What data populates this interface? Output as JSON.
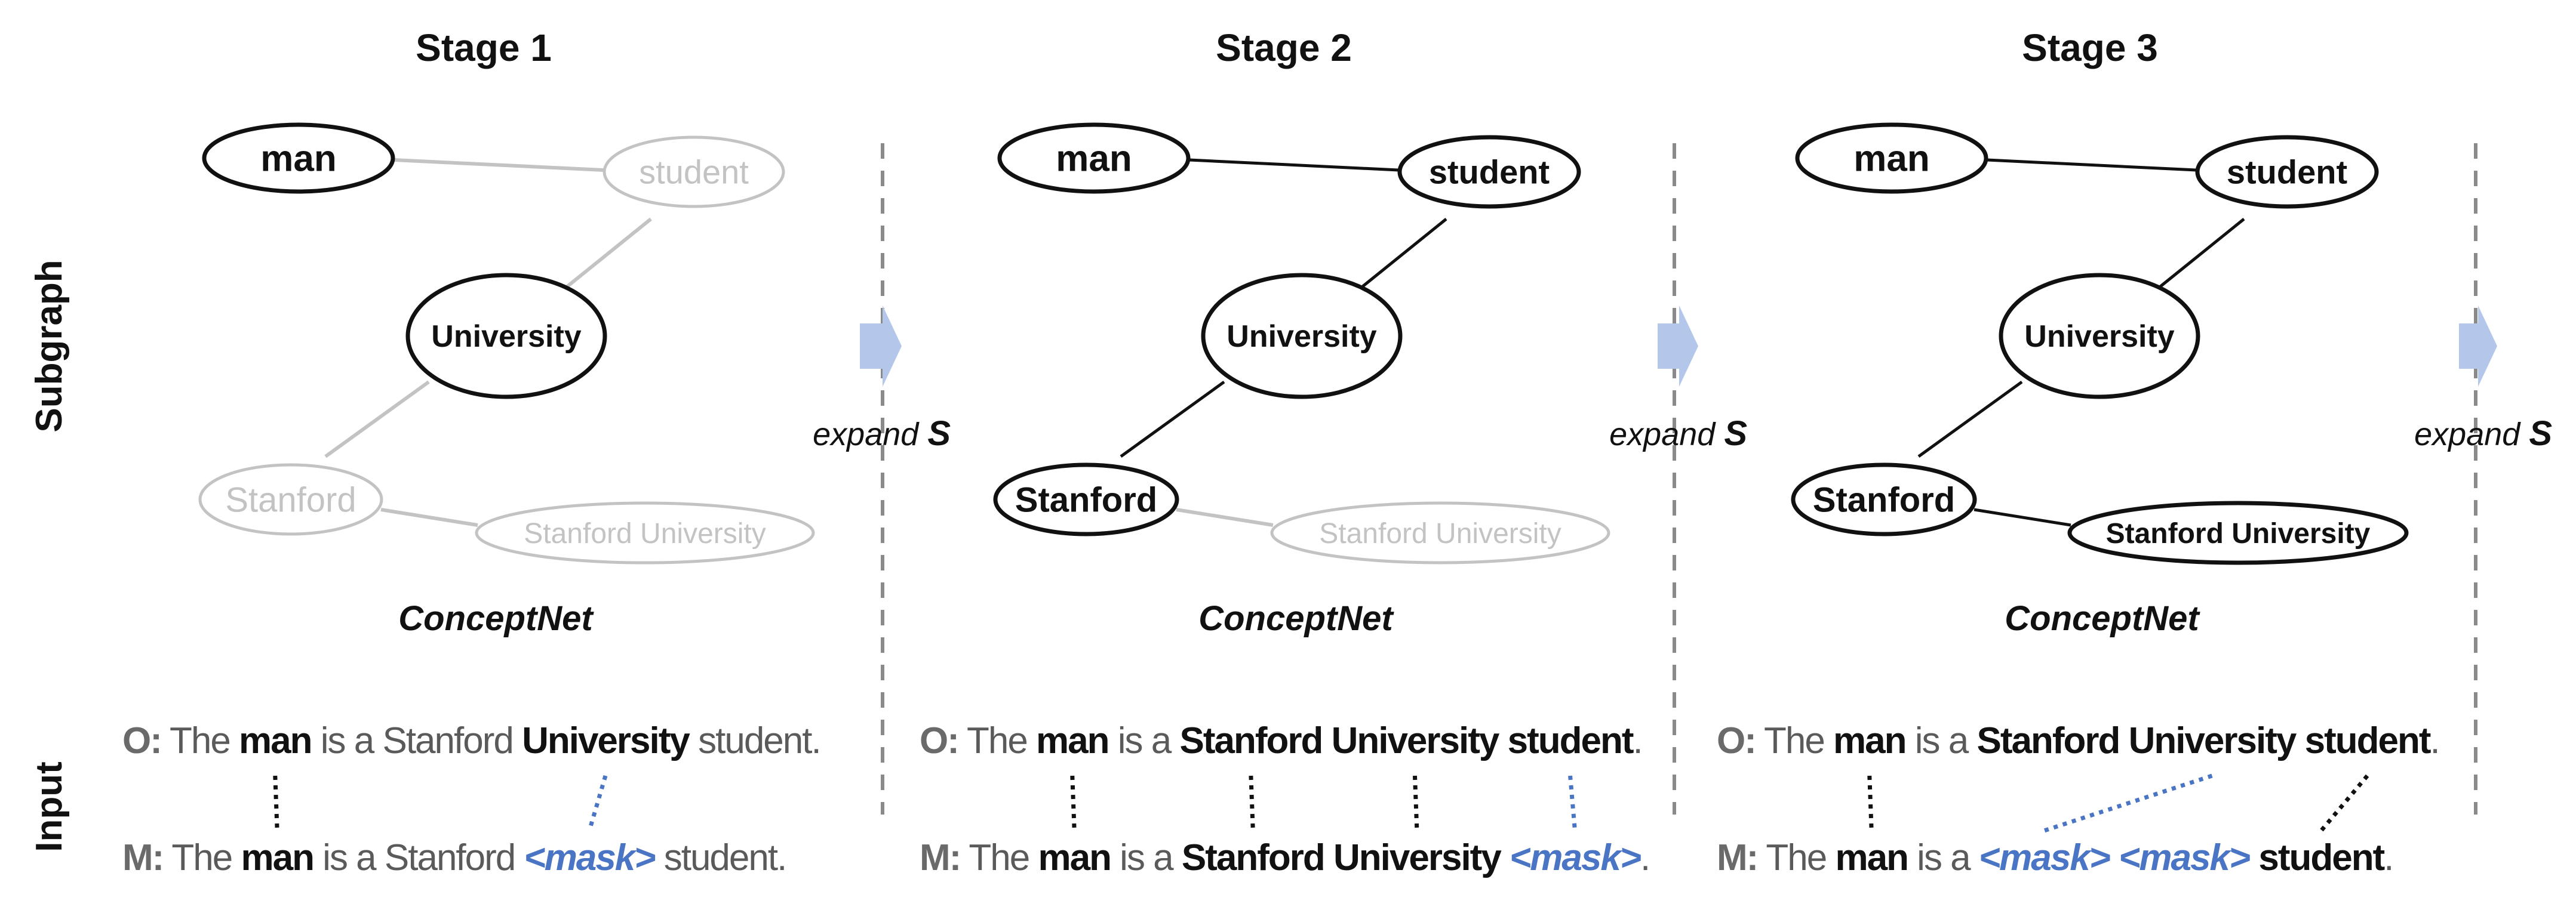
{
  "stages": [
    {
      "title": "Stage 1",
      "kb_label": "ConceptNet",
      "nodes": [
        {
          "id": "man",
          "label": "man",
          "active": true
        },
        {
          "id": "student",
          "label": "student",
          "active": false
        },
        {
          "id": "university",
          "label": "University",
          "active": true
        },
        {
          "id": "stanford",
          "label": "Stanford",
          "active": false
        },
        {
          "id": "stanford_university",
          "label": "Stanford University",
          "active": false
        }
      ],
      "edges": [
        {
          "from": "man",
          "to": "student",
          "active": false
        },
        {
          "from": "student",
          "to": "university",
          "active": false
        },
        {
          "from": "university",
          "to": "stanford",
          "active": false
        },
        {
          "from": "stanford",
          "to": "stanford_university",
          "active": false
        }
      ],
      "original": [
        {
          "t": "O:",
          "s": "pre"
        },
        {
          "t": " The ",
          "s": "n"
        },
        {
          "t": "man",
          "s": "b"
        },
        {
          "t": " is a Stanford ",
          "s": "n"
        },
        {
          "t": "University",
          "s": "b"
        },
        {
          "t": " student.",
          "s": "n"
        }
      ],
      "masked": [
        {
          "t": "M:",
          "s": "pre"
        },
        {
          "t": " The ",
          "s": "n"
        },
        {
          "t": "man",
          "s": "b"
        },
        {
          "t": " is a Stanford ",
          "s": "n"
        },
        {
          "t": "<mask>",
          "s": "mask"
        },
        {
          "t": " student.",
          "s": "n"
        }
      ],
      "alignments": [
        {
          "from": "man",
          "to": "man",
          "color": "black"
        },
        {
          "from": "University",
          "to": "<mask>",
          "color": "blue"
        }
      ]
    },
    {
      "title": "Stage 2",
      "kb_label": "ConceptNet",
      "nodes": [
        {
          "id": "man",
          "label": "man",
          "active": true
        },
        {
          "id": "student",
          "label": "student",
          "active": true
        },
        {
          "id": "university",
          "label": "University",
          "active": true
        },
        {
          "id": "stanford",
          "label": "Stanford",
          "active": true
        },
        {
          "id": "stanford_university",
          "label": "Stanford University",
          "active": false
        }
      ],
      "edges": [
        {
          "from": "man",
          "to": "student",
          "active": true
        },
        {
          "from": "student",
          "to": "university",
          "active": true
        },
        {
          "from": "university",
          "to": "stanford",
          "active": true
        },
        {
          "from": "stanford",
          "to": "stanford_university",
          "active": false
        }
      ],
      "original": [
        {
          "t": "O:",
          "s": "pre"
        },
        {
          "t": " The ",
          "s": "n"
        },
        {
          "t": "man",
          "s": "b"
        },
        {
          "t": " is a ",
          "s": "n"
        },
        {
          "t": "Stanford",
          "s": "b"
        },
        {
          "t": " ",
          "s": "n"
        },
        {
          "t": "University",
          "s": "b"
        },
        {
          "t": " ",
          "s": "n"
        },
        {
          "t": "student",
          "s": "b"
        },
        {
          "t": ".",
          "s": "n"
        }
      ],
      "masked": [
        {
          "t": "M:",
          "s": "pre"
        },
        {
          "t": " The ",
          "s": "n"
        },
        {
          "t": "man",
          "s": "b"
        },
        {
          "t": " is a ",
          "s": "n"
        },
        {
          "t": "Stanford",
          "s": "b"
        },
        {
          "t": " ",
          "s": "n"
        },
        {
          "t": "University",
          "s": "b"
        },
        {
          "t": " ",
          "s": "n"
        },
        {
          "t": "<mask>",
          "s": "mask"
        },
        {
          "t": ".",
          "s": "n"
        }
      ],
      "alignments": [
        {
          "from": "man",
          "to": "man",
          "color": "black"
        },
        {
          "from": "Stanford",
          "to": "Stanford",
          "color": "black"
        },
        {
          "from": "University",
          "to": "University",
          "color": "black"
        },
        {
          "from": "student",
          "to": "<mask>",
          "color": "blue"
        }
      ]
    },
    {
      "title": "Stage 3",
      "kb_label": "ConceptNet",
      "nodes": [
        {
          "id": "man",
          "label": "man",
          "active": true
        },
        {
          "id": "student",
          "label": "student",
          "active": true
        },
        {
          "id": "university",
          "label": "University",
          "active": true
        },
        {
          "id": "stanford",
          "label": "Stanford",
          "active": true
        },
        {
          "id": "stanford_university",
          "label": "Stanford University",
          "active": true
        }
      ],
      "edges": [
        {
          "from": "man",
          "to": "student",
          "active": true
        },
        {
          "from": "student",
          "to": "university",
          "active": true
        },
        {
          "from": "university",
          "to": "stanford",
          "active": true
        },
        {
          "from": "stanford",
          "to": "stanford_university",
          "active": true
        }
      ],
      "original": [
        {
          "t": "O:",
          "s": "pre"
        },
        {
          "t": " The ",
          "s": "n"
        },
        {
          "t": "man",
          "s": "b"
        },
        {
          "t": " is a ",
          "s": "n"
        },
        {
          "t": "Stanford",
          "s": "b"
        },
        {
          "t": " ",
          "s": "n"
        },
        {
          "t": "University",
          "s": "b"
        },
        {
          "t": " ",
          "s": "n"
        },
        {
          "t": "student",
          "s": "b"
        },
        {
          "t": ".",
          "s": "n"
        }
      ],
      "masked": [
        {
          "t": "M:",
          "s": "pre"
        },
        {
          "t": " The ",
          "s": "n"
        },
        {
          "t": "man",
          "s": "b"
        },
        {
          "t": " is a ",
          "s": "n"
        },
        {
          "t": "<mask>",
          "s": "mask"
        },
        {
          "t": " ",
          "s": "n"
        },
        {
          "t": "<mask>",
          "s": "mask"
        },
        {
          "t": " ",
          "s": "n"
        },
        {
          "t": "student",
          "s": "b"
        },
        {
          "t": ".",
          "s": "n"
        }
      ],
      "alignments": [
        {
          "from": "man",
          "to": "man",
          "color": "black"
        },
        {
          "from": "University",
          "to": "<mask>",
          "color": "blue"
        },
        {
          "from": "student",
          "to": "student",
          "color": "black"
        }
      ]
    }
  ],
  "row_labels": {
    "subgraph": "Subgraph",
    "input": "Input"
  },
  "transition": {
    "prefix": "expand",
    "symbol": "S"
  },
  "colors": {
    "active": "#111111",
    "inactive": "#c3c3c3",
    "mask": "#4a74c4",
    "arrow": "#b4c7ea",
    "divider": "#8a8a8a"
  }
}
